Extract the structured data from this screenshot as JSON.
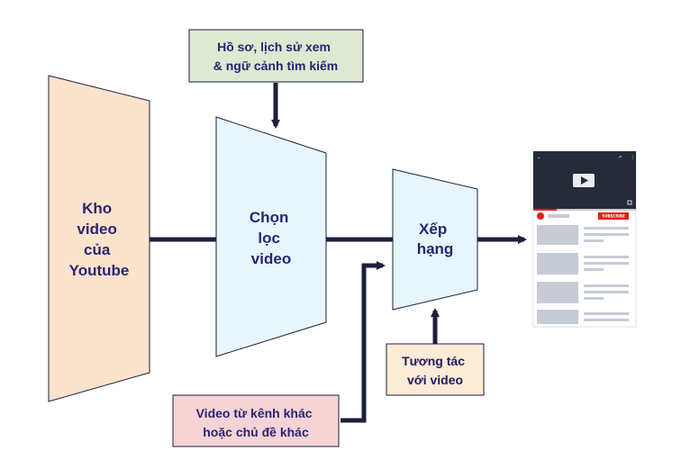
{
  "stages": {
    "repository": [
      "Kho",
      "video",
      "của",
      "Youtube"
    ],
    "candidate": [
      "Chọn",
      "lọc",
      "video"
    ],
    "ranking": [
      "Xếp",
      "hạng"
    ]
  },
  "inputs": {
    "profile": [
      "Hồ sơ, lịch sử xem",
      "& ngữ cảnh tìm kiếm"
    ],
    "interaction": [
      "Tương tác",
      "với video"
    ],
    "other_videos": [
      "Video từ kênh khác",
      "hoặc chủ đề khác"
    ]
  },
  "output": {
    "icon": "youtube-page-mockup-icon",
    "subscribe_label": "SUBSCRIBE"
  },
  "colors": {
    "repository_fill": "#fbe3cc",
    "stage_fill": "#e6f6fb",
    "profile_fill": "#dde9d0",
    "interaction_fill": "#fcebd6",
    "other_fill": "#f6d3d5",
    "arrow": "#1c1e3c",
    "text": "#2b2472"
  }
}
